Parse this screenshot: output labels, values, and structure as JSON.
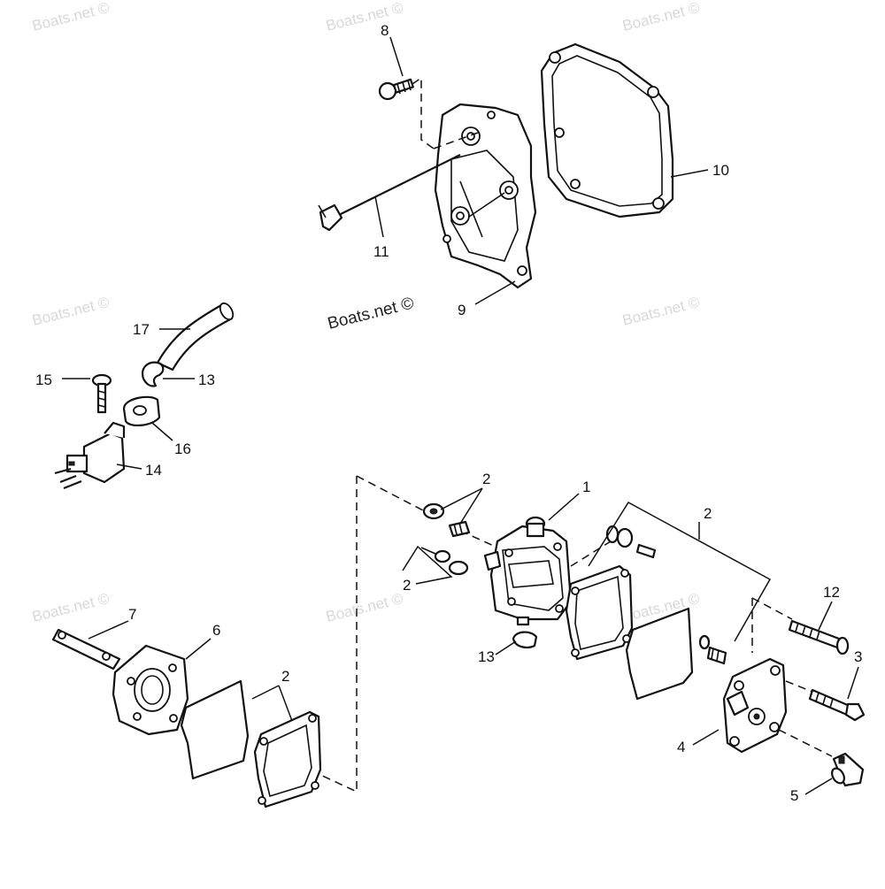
{
  "watermark": {
    "site": "Boats.net ©"
  },
  "callouts": {
    "1": "1",
    "2": "2",
    "3": "3",
    "4": "4",
    "5": "5",
    "6": "6",
    "7": "7",
    "8": "8",
    "9": "9",
    "10": "10",
    "11": "11",
    "12": "12",
    "13": "13",
    "14": "14",
    "15": "15",
    "16": "16",
    "17": "17"
  }
}
